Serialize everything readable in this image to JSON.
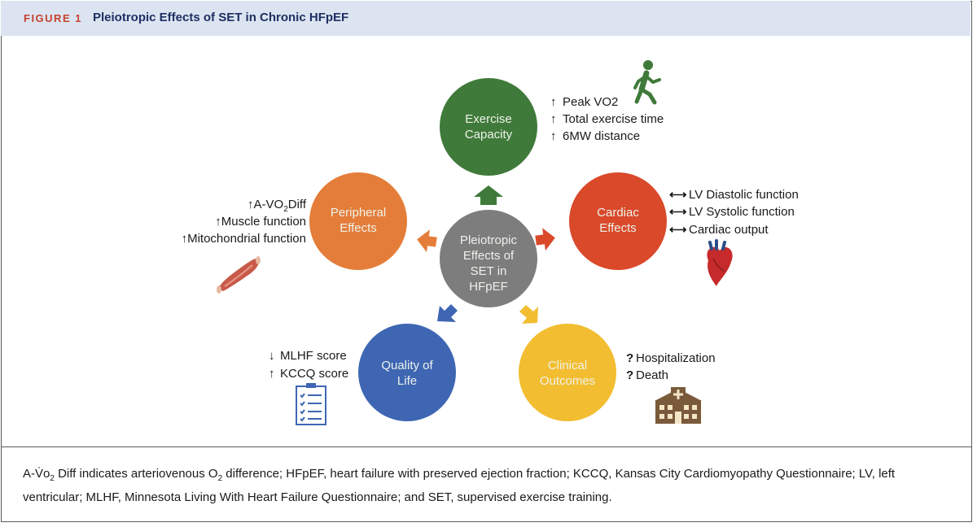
{
  "figure": {
    "label": "FIGURE 1",
    "title": "Pleiotropic Effects of SET in Chronic HFpEF"
  },
  "center": {
    "line1": "Pleiotropic",
    "line2": "Effects of",
    "line3": "SET in",
    "line4": "HFpEF"
  },
  "nodes": {
    "exercise": {
      "line1": "Exercise",
      "line2": "Capacity",
      "color": "#3f7a3a"
    },
    "cardiac": {
      "line1": "Cardiac",
      "line2": "Effects",
      "color": "#d9492a"
    },
    "peripheral": {
      "line1": "Peripheral",
      "line2": "Effects",
      "color": "#e47d39"
    },
    "quality": {
      "line1": "Quality of",
      "line2": "Life",
      "color": "#3e66b3"
    },
    "clinical": {
      "line1": "Clinical",
      "line2": "Outcomes",
      "color": "#f2bd30"
    },
    "center_color": "#7d7d7d"
  },
  "effects": {
    "exercise": [
      {
        "symbol": "↑",
        "text": "Peak VO2"
      },
      {
        "symbol": "↑",
        "text": "Total exercise time"
      },
      {
        "symbol": "↑",
        "text": "6MW distance"
      }
    ],
    "cardiac": [
      {
        "symbol": "⟷",
        "text": "LV Diastolic function"
      },
      {
        "symbol": "⟷",
        "text": "LV Systolic function"
      },
      {
        "symbol": "⟷",
        "text": "Cardiac output"
      }
    ],
    "peripheral": [
      {
        "symbol": "↑",
        "text_pre": "A-VO",
        "sub": "2",
        "text_post": "Diff"
      },
      {
        "symbol": "↑",
        "text": "Muscle function"
      },
      {
        "symbol": "↑",
        "text": "Mitochondrial function"
      }
    ],
    "quality": [
      {
        "symbol": "↓",
        "text": "MLHF score"
      },
      {
        "symbol": "↑",
        "text": "KCCQ score"
      }
    ],
    "clinical": [
      {
        "symbol": "?",
        "text": "Hospitalization"
      },
      {
        "symbol": "?",
        "text": "Death"
      }
    ]
  },
  "icons": [
    "walking-person-icon",
    "heart-icon",
    "muscle-icon",
    "checklist-icon",
    "hospital-icon"
  ],
  "caption": {
    "part1": "A-",
    "v_dot": "V̇",
    "part2": "o",
    "sub1": "2",
    "part3": " Diff indicates arteriovenous O",
    "sub2": "2",
    "part4": " difference; HFpEF, heart failure with preserved ejection fraction; KCCQ, Kansas City Cardiomyopathy Questionnaire; LV, left ventricular; MLHF, Minnesota Living With Heart Failure Questionnaire; and SET, supervised exercise training."
  }
}
